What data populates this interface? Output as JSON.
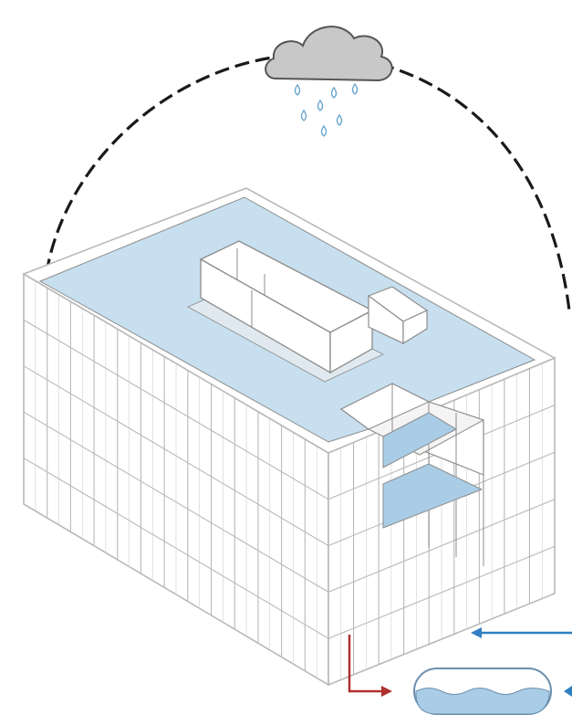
{
  "diagram": {
    "subject": "rainwater-harvesting-building-axonometric",
    "colors": {
      "water_fill": "#c7dfee",
      "water_fill_dark": "#a9cde6",
      "outline": "#b9b9b9",
      "outline_dark": "#8c8c8c",
      "cloud_fill": "#c8c8c8",
      "cloud_stroke": "#555555",
      "rain_drop": "#6aa6cf",
      "arc_dash": "#1a1a1a",
      "outflow_arrow": "#b03030",
      "inflow_arrow": "#2f7fc1",
      "tank_stroke": "#6b8fae"
    },
    "elements": [
      {
        "name": "rain-cloud-icon",
        "interactable": false
      },
      {
        "name": "rain-drops",
        "interactable": false
      },
      {
        "name": "water-cycle-arc",
        "interactable": false
      },
      {
        "name": "building-roof-collection-area",
        "interactable": false
      },
      {
        "name": "rooftop-structure",
        "interactable": false
      },
      {
        "name": "courtyard-water-planes",
        "interactable": false
      },
      {
        "name": "building-facade-left",
        "interactable": false
      },
      {
        "name": "building-facade-right",
        "interactable": false
      },
      {
        "name": "outflow-arrow",
        "interactable": false
      },
      {
        "name": "inflow-arrow",
        "interactable": false
      },
      {
        "name": "storage-tank",
        "interactable": false
      }
    ]
  }
}
